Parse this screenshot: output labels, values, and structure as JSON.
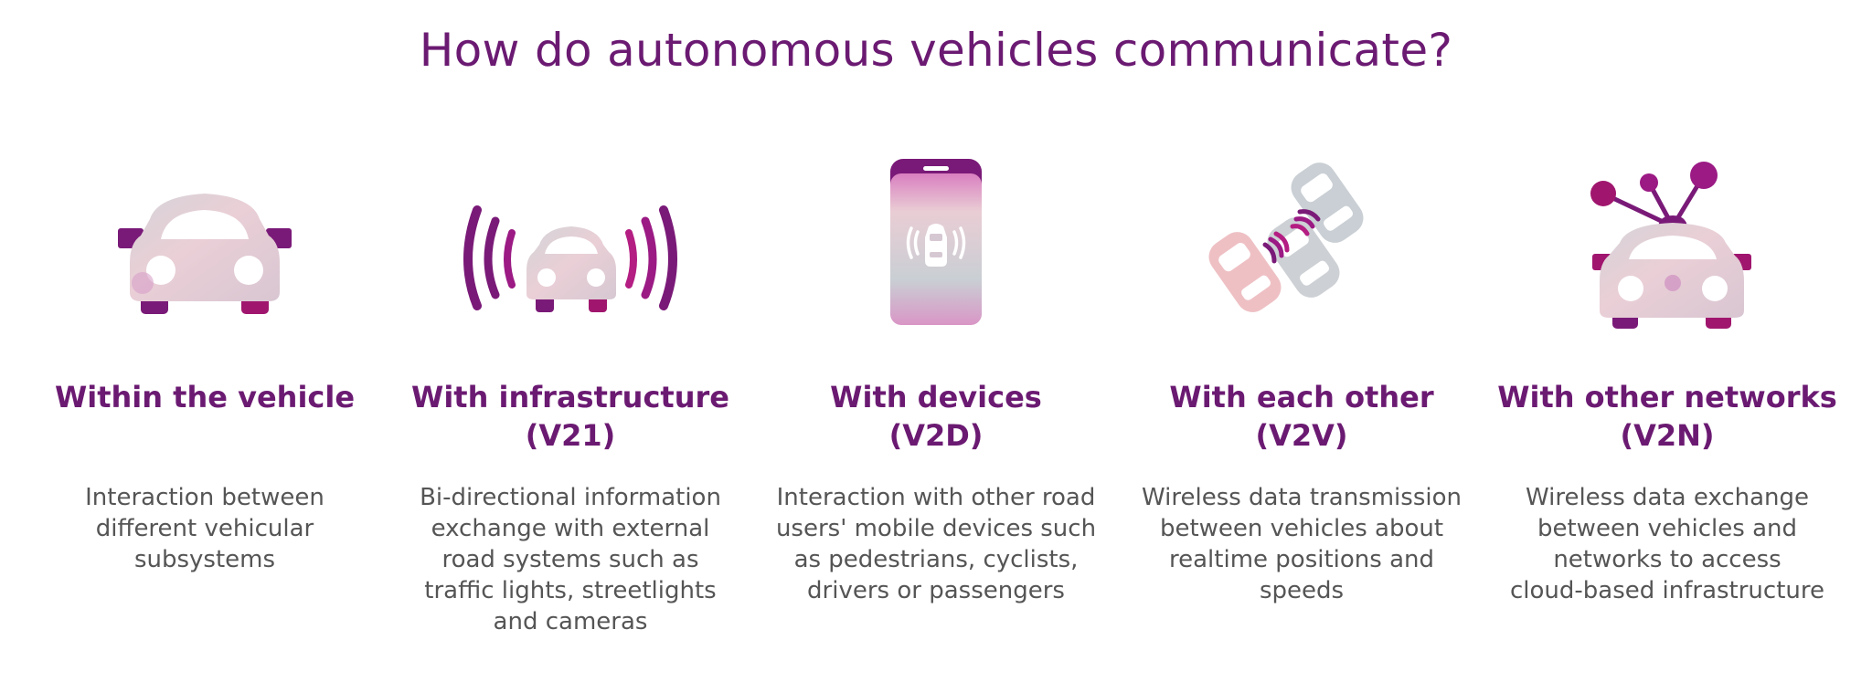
{
  "title": "How do autonomous vehicles communicate?",
  "colors": {
    "accent": "#6b1a72",
    "magenta": "#9b1a84",
    "text": "#555555",
    "car_pink": "#eac5cf",
    "car_grey": "#c9cfd4"
  },
  "columns": [
    {
      "icon": "car-front-icon",
      "heading_lines": [
        "Within the vehicle"
      ],
      "desc_lines": [
        "Interaction between",
        "different vehicular",
        "subsystems"
      ]
    },
    {
      "icon": "car-broadcast-icon",
      "heading_lines": [
        "With infrastructure",
        "(V21)"
      ],
      "desc_lines": [
        "Bi-directional information",
        "exchange with external",
        "road systems such as",
        "traffic lights, streetlights",
        "and cameras"
      ]
    },
    {
      "icon": "smartphone-car-icon",
      "heading_lines": [
        "With devices",
        "(V2D)"
      ],
      "desc_lines": [
        "Interaction with other road",
        "users' mobile devices such",
        "as pedestrians, cyclists,",
        "drivers or passengers"
      ]
    },
    {
      "icon": "cars-signal-icon",
      "heading_lines": [
        "With each other",
        "(V2V)"
      ],
      "desc_lines": [
        "Wireless data transmission",
        "between vehicles about",
        "realtime positions and",
        "speeds"
      ]
    },
    {
      "icon": "car-network-icon",
      "heading_lines": [
        "With other networks",
        "(V2N)"
      ],
      "desc_lines": [
        "Wireless data exchange",
        "between vehicles and",
        "networks to access",
        "cloud-based infrastructure"
      ]
    }
  ]
}
